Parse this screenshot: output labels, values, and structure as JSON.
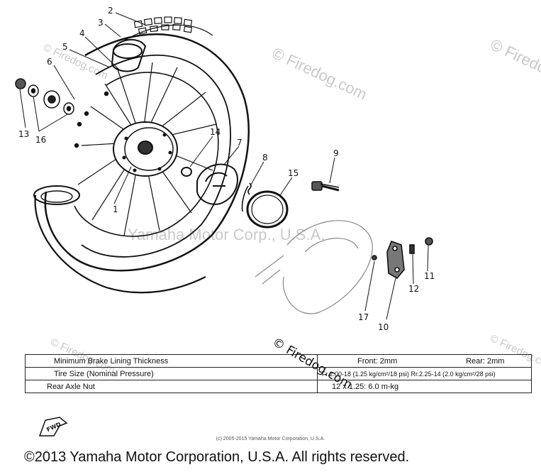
{
  "callouts": {
    "c1": "1",
    "c2": "2",
    "c3": "3",
    "c4": "4",
    "c5": "5",
    "c6": "6",
    "c7": "7",
    "c8": "8",
    "c9": "9",
    "c10": "10",
    "c11": "11",
    "c12": "12",
    "c13": "13",
    "c14": "14",
    "c15": "15",
    "c16": "16",
    "c17": "17"
  },
  "watermarks": {
    "firedog": "© Firedog.com",
    "yamaha": "Yamaha Motor Corp., U.S.A."
  },
  "spec_table": {
    "row1_label": "Minimum Brake Lining Thickness",
    "row1_front": "Front: 2mm",
    "row1_rear": "Rear: 2mm",
    "row2_label": "Tire Size (Nominal Pressure)",
    "row2_value": "Fr.2.00-18 (1.25 kg/cm²/18 psi)   Rr.2.25-14 (2.0 kg/cm²/28 psi)",
    "row3_label": "Rear Axle Nut",
    "row3_value": "12 x 1.25: 6.0 m-kg"
  },
  "fwd_label": "FWD",
  "small_copyright": "(c) 2005-2015 Yamaha Motor Corporation, U.S.A.",
  "copyright": "©2013 Yamaha Motor Corporation, U.S.A. All rights reserved."
}
